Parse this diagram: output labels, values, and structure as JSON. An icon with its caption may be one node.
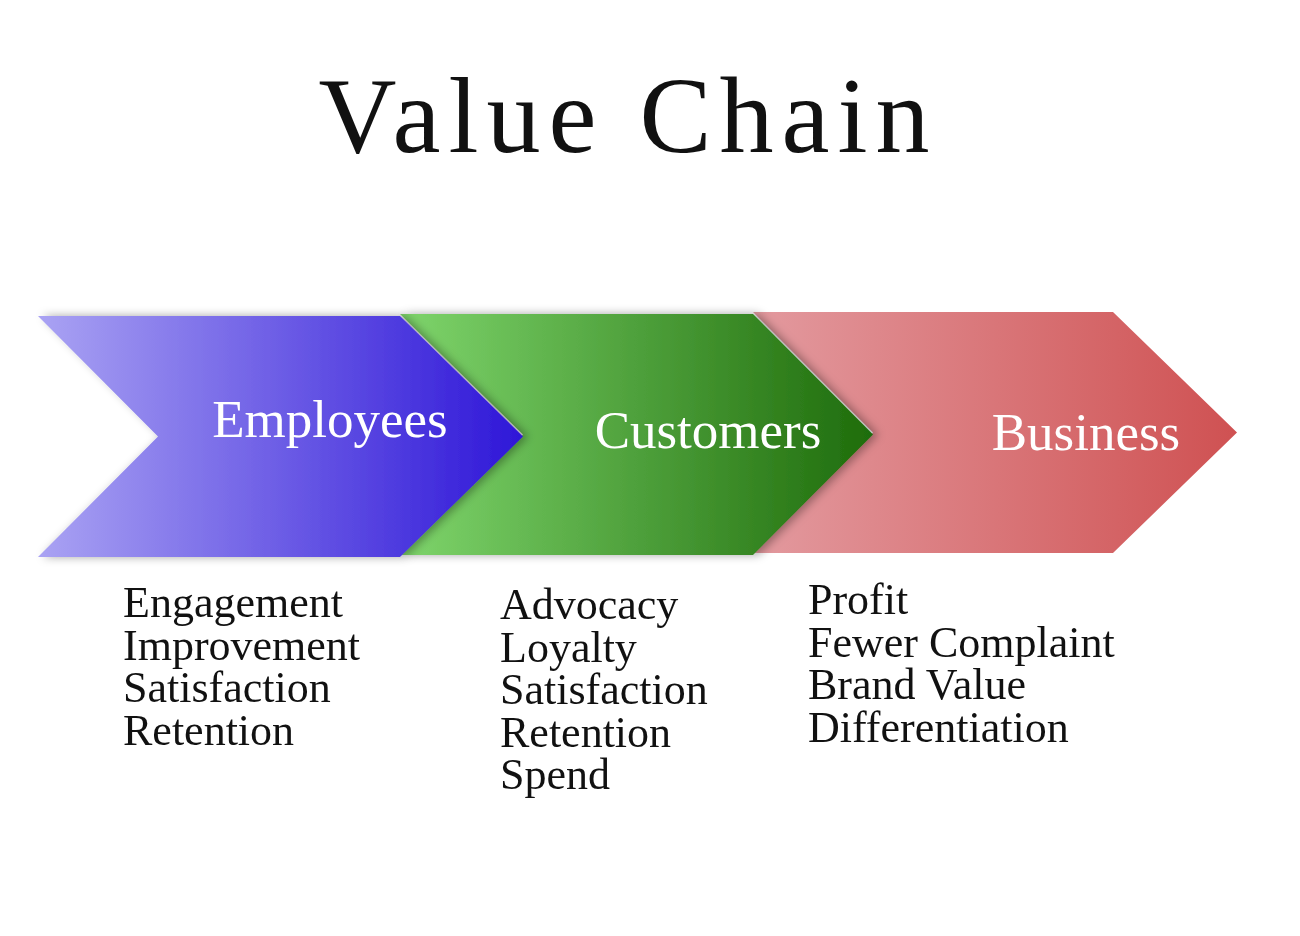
{
  "diagram": {
    "title": "Value Chain",
    "nodes": [
      {
        "text": [
          "Employees"
        ],
        "beside": [
          "Engagement",
          "Improvement",
          "Satisfaction",
          "Retention"
        ]
      },
      {
        "text": [
          "Customers"
        ],
        "beside": [
          "Advocacy",
          "Loyalty",
          "Satisfaction",
          "Retention",
          "Spend"
        ]
      },
      {
        "text": [
          "Business"
        ],
        "beside": [
          "Profit",
          "Fewer Complaint",
          "Brand Value",
          "Differentiation"
        ]
      }
    ]
  }
}
